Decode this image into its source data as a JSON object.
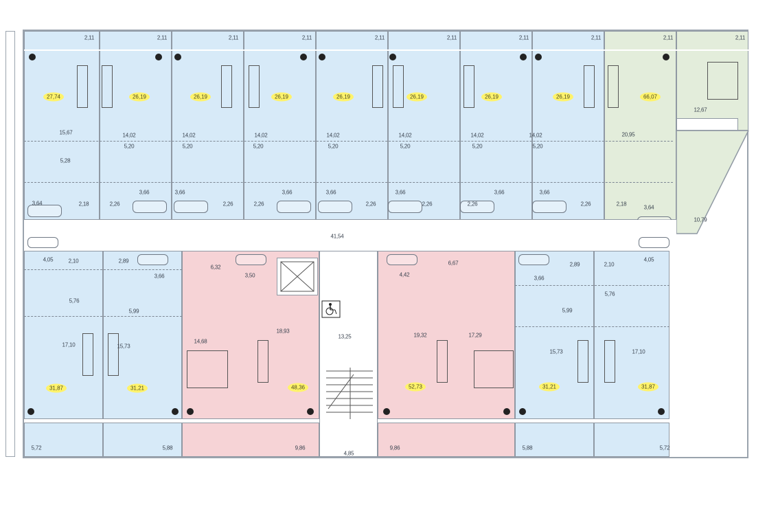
{
  "colors": {
    "one_room": "#d7eaf8",
    "two_room": "#f6d3d6",
    "three_room": "#e3eddb",
    "highlight": "#fff36b"
  },
  "corridor": {
    "area": "41,54"
  },
  "stair": {
    "landing": "13,25",
    "balcony": "4,85"
  },
  "top_units": [
    {
      "balcony": "2,11",
      "total": "27,74",
      "living": "15,67",
      "kitchen": "5,28",
      "bath": "3,64",
      "hall": "2,18"
    },
    {
      "balcony": "2,11",
      "total": "26,19",
      "living": "14,02",
      "kitchen": "5,20",
      "bath": "3,66",
      "hall": "2,26"
    },
    {
      "balcony": "2,11",
      "total": "26,19",
      "living": "14,02",
      "kitchen": "5,20",
      "bath": "3,66",
      "hall": "2,26"
    },
    {
      "balcony": "2,11",
      "total": "26,19",
      "living": "14,02",
      "kitchen": "5,20",
      "bath": "3,66",
      "hall": "2,26"
    },
    {
      "balcony": "2,11",
      "total": "26,19",
      "living": "14,02",
      "kitchen": "5,20",
      "bath": "3,66",
      "hall": "2,26"
    },
    {
      "balcony": "2,11",
      "total": "26,19",
      "living": "14,02",
      "kitchen": "5,20",
      "bath": "3,66",
      "hall": "2,26"
    },
    {
      "balcony": "2,11",
      "total": "26,19",
      "living": "14,02",
      "kitchen": "5,20",
      "bath": "3,66",
      "hall": "2,26"
    },
    {
      "balcony": "2,11",
      "total": "26,19",
      "living": "14,02",
      "kitchen": "5,20",
      "bath": "3,66",
      "hall": "2,26"
    }
  ],
  "green_unit": {
    "balcony": "2,11",
    "bedroom_balcony": "2,11",
    "total": "66,07",
    "living": "20,95",
    "bedroom": "12,67",
    "bath": "3,64",
    "hall": "2,18",
    "room": "10,79"
  },
  "bottom_units": [
    {
      "bath": "4,05",
      "hall": "2,10",
      "kitchen": "5,76",
      "living": "17,10",
      "total": "31,87",
      "balcony": "5,72"
    },
    {
      "hall": "2,89",
      "bath": "3,66",
      "kitchen": "5,99",
      "living": "15,73",
      "total": "31,21",
      "balcony": "5,88"
    },
    {
      "hall": "6,32",
      "bath": "3,50",
      "bedroom": "14,68",
      "living": "18,93",
      "total": "48,36",
      "balcony": "9,86"
    },
    {
      "hall": "6,67",
      "bath": "4,42",
      "living": "19,32",
      "bedroom": "17,29",
      "total": "52,73",
      "balcony": "9,86"
    },
    {
      "hall": "2,89",
      "bath": "3,66",
      "kitchen": "5,99",
      "living": "15,73",
      "total": "31,21",
      "balcony": "5,88"
    },
    {
      "hall": "2,10",
      "bath": "4,05",
      "kitchen": "5,76",
      "living": "17,10",
      "total": "31,87",
      "balcony": "5,72"
    }
  ]
}
